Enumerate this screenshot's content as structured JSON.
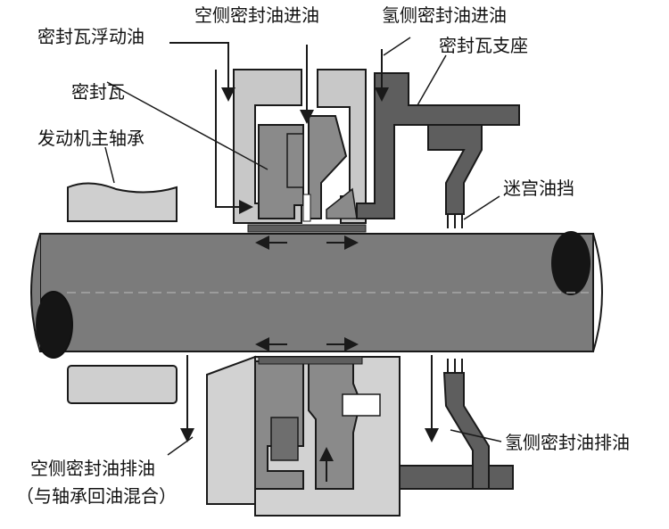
{
  "labels": {
    "seal_float_oil": "密封瓦浮动油",
    "air_side_oil_in": "空侧密封油进油",
    "h2_side_oil_in": "氢侧密封油进油",
    "seal_support": "密封瓦支座",
    "seal_ring": "密封瓦",
    "main_bearing": "发动机主轴承",
    "labyrinth": "迷宫油挡",
    "h2_side_oil_out": "氢侧密封油排油",
    "air_side_oil_out_1": "空侧密封油排油",
    "air_side_oil_out_2": "（与轴承回油混合）"
  },
  "colors": {
    "light_gray": "#c8c8c8",
    "mid_gray": "#8a8a8a",
    "dark_gray": "#5e5e5e",
    "shaft": "#7b7b7b",
    "black": "#1a1a1a"
  }
}
